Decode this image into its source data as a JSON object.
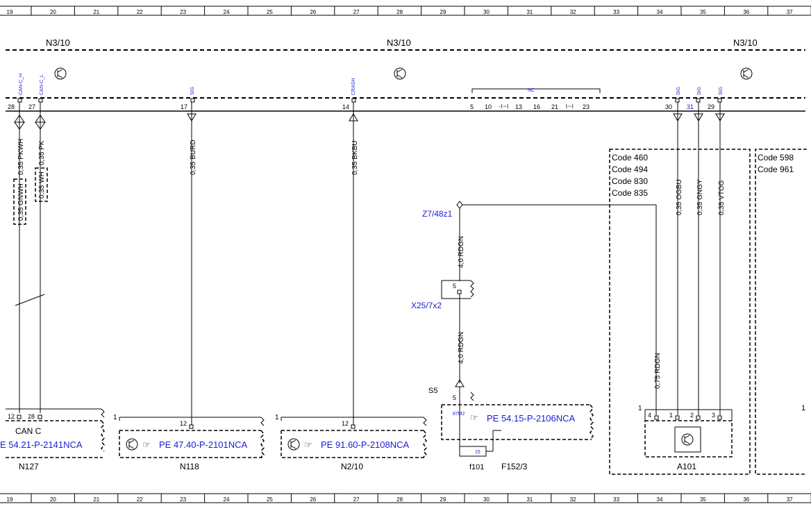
{
  "ruler": {
    "numbers": [
      "19",
      "20",
      "21",
      "22",
      "23",
      "24",
      "25",
      "26",
      "27",
      "28",
      "29",
      "30",
      "31",
      "32",
      "33",
      "34",
      "35",
      "36",
      "37"
    ]
  },
  "modules": {
    "left": "N3/10",
    "center": "N3/10",
    "right": "N3/10"
  },
  "signals": {
    "can_h": "CAN-C_H",
    "can_l": "CAN-C_L",
    "sig_n118": "SIG",
    "crash": "CRASH",
    "nc": "NC",
    "sig_30": "SIG",
    "sig_31": "SIG",
    "sig_29": "SIG"
  },
  "pins": {
    "p28": "28",
    "p27": "27",
    "p17": "17",
    "p14": "14",
    "p5": "5",
    "p10": "10",
    "p13": "13",
    "p16": "16",
    "p21": "21",
    "p23": "23",
    "p30": "30",
    "p31": "31",
    "p29": "29"
  },
  "wires": {
    "pkwh": "0,35 PKWH",
    "pk": "0,35 PK",
    "gnwh": "0,35 GNWH",
    "wh": "0,35 WH",
    "burd": "0,35 BURD",
    "bkbu": "0,35 BKBU",
    "rdgn1": "4,0 RDGN",
    "rdgn2": "4,0 RDGN",
    "rdgn3": "0,75 RDGN",
    "ogbu": "0,35 OGBU",
    "gngy": "0,35 GNGY",
    "vtog": "0,35 VTOG"
  },
  "codes_box1": [
    "Code 460",
    "Code 494",
    "Code 830",
    "Code 835"
  ],
  "codes_box2": [
    "Code 598",
    "Code 961"
  ],
  "connectors": {
    "z7": "Z7/48z1",
    "x25": "X25/7x2",
    "x25_pin": "5",
    "s5": "S5",
    "s5_pin": "5",
    "fuse_pin": "87M2",
    "fuse_val": "15"
  },
  "components": {
    "n127": {
      "label": "N127",
      "pin_a": "12",
      "pin_b": "28",
      "title": "CAN C",
      "ref": "E 54.21-P-2141NCA"
    },
    "n118": {
      "label": "N118",
      "pin_corner": "1",
      "pin": "12",
      "ref": "PE 47.40-P-2101NCA"
    },
    "n210": {
      "label": "N2/10",
      "pin_corner": "1",
      "pin": "12",
      "ref": "PE 91.60-P-2108NCA"
    },
    "f152": {
      "label": "F152/3",
      "fuse_label": "f101",
      "ref": "PE 54.15-P-2106NCA"
    },
    "a101": {
      "label": "A101",
      "pin_corner": "1",
      "pin4": "4",
      "pin1": "1",
      "pin2": "2",
      "pin3": "3"
    }
  },
  "edge_pin": "1",
  "colors": {
    "line": "#000000",
    "link_blue": "#1c1ccf"
  }
}
